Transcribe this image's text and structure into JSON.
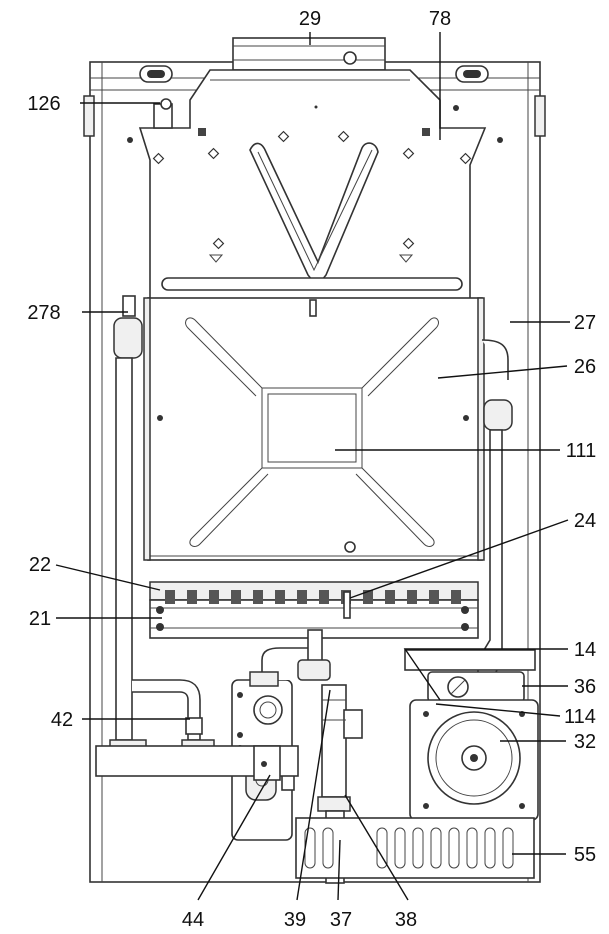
{
  "diagram": {
    "callouts": [
      {
        "id": "c29",
        "text": "29"
      },
      {
        "id": "c78",
        "text": "78"
      },
      {
        "id": "c126",
        "text": "126"
      },
      {
        "id": "c278",
        "text": "278"
      },
      {
        "id": "c27",
        "text": "27"
      },
      {
        "id": "c26",
        "text": "26"
      },
      {
        "id": "c111",
        "text": "111"
      },
      {
        "id": "c24",
        "text": "24"
      },
      {
        "id": "c22",
        "text": "22"
      },
      {
        "id": "c21",
        "text": "21"
      },
      {
        "id": "c14",
        "text": "14"
      },
      {
        "id": "c36",
        "text": "36"
      },
      {
        "id": "c114",
        "text": "114"
      },
      {
        "id": "c42",
        "text": "42"
      },
      {
        "id": "c32",
        "text": "32"
      },
      {
        "id": "c55",
        "text": "55"
      },
      {
        "id": "c44",
        "text": "44"
      },
      {
        "id": "c39",
        "text": "39"
      },
      {
        "id": "c37",
        "text": "37"
      },
      {
        "id": "c38",
        "text": "38"
      }
    ]
  }
}
